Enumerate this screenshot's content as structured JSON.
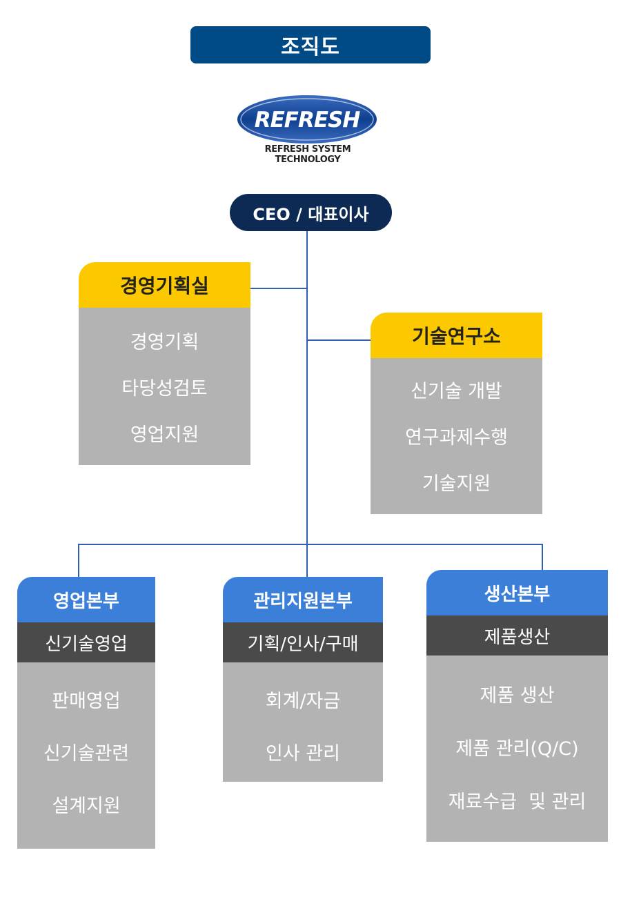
{
  "title": "조직도",
  "logo": {
    "word": "REFRESH",
    "tagline": "REFRESH SYSTEM TECHNOLOGY"
  },
  "ceo": "CEO / 대표이사",
  "strategy_office": {
    "name": "경영기획실",
    "items": [
      "경영기획",
      "타당성검토",
      "영업지원"
    ]
  },
  "research_lab": {
    "name": "기술연구소",
    "items": [
      "신기술 개발",
      "연구과제수행",
      "기술지원"
    ]
  },
  "sales_division": {
    "name": "영업본부",
    "sub": "신기술영업",
    "items": [
      "판매영업",
      "신기술관련",
      "설계지원"
    ]
  },
  "admin_division": {
    "name": "관리지원본부",
    "sub": "기획/인사/구매",
    "items": [
      "회계/자금",
      "인사 관리"
    ]
  },
  "production_division": {
    "name": "생산본부",
    "sub": "제품생산",
    "items": [
      "제품 생산",
      "제품 관리(Q/C)",
      "재료수급  및 관리"
    ]
  },
  "colors": {
    "title_bar": "#004a85",
    "ceo": "#0d2a55",
    "connector": "#2f5fb0",
    "yellow_header": "#fcc800",
    "blue_header": "#3b7fd9",
    "dark_subheader": "#4a4a4a",
    "gray_body": "#b3b3b3"
  }
}
